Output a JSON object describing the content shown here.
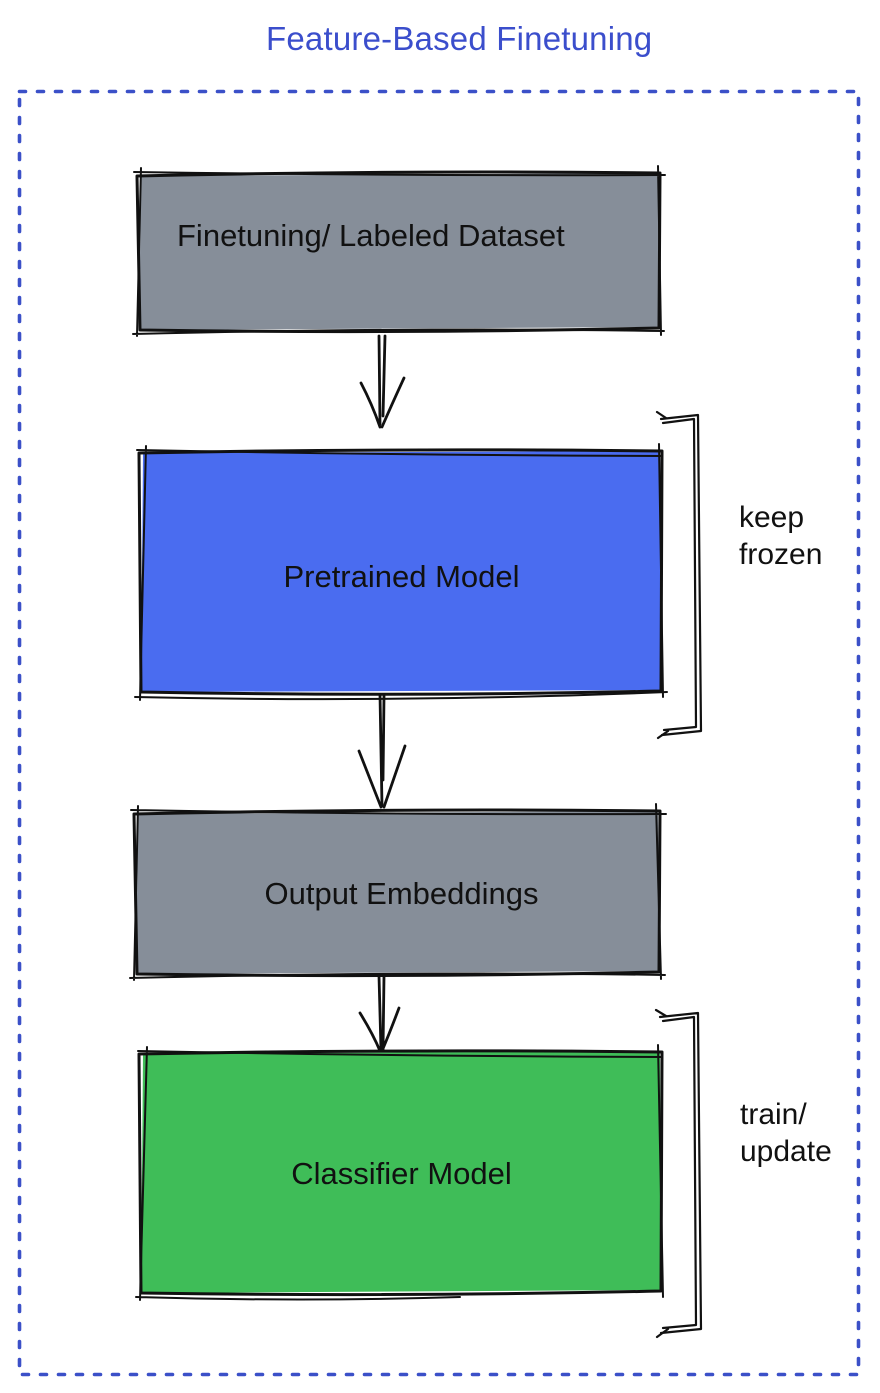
{
  "title": {
    "text": "Feature-Based Finetuning"
  },
  "colors": {
    "title": "#3B4ECC",
    "frame": "#3B50C8",
    "box_gray": "#868E99",
    "box_blue": "#4A6CF0",
    "box_green": "#3FBD58",
    "outline": "#111111",
    "label_text": "#111111"
  },
  "diagram": {
    "nodes": [
      {
        "id": "finetuning-dataset",
        "label": "Finetuning/ Labeled Dataset",
        "fill": "gray"
      },
      {
        "id": "pretrained-model",
        "label": "Pretrained Model",
        "fill": "blue"
      },
      {
        "id": "output-embeddings",
        "label": "Output Embeddings",
        "fill": "gray"
      },
      {
        "id": "classifier-model",
        "label": "Classifier Model",
        "fill": "green"
      }
    ],
    "edges": [
      {
        "from": "finetuning-dataset",
        "to": "pretrained-model"
      },
      {
        "from": "pretrained-model",
        "to": "output-embeddings"
      },
      {
        "from": "output-embeddings",
        "to": "classifier-model"
      }
    ],
    "annotations": [
      {
        "id": "keep-frozen",
        "line1": "keep",
        "line2": "frozen"
      },
      {
        "id": "train-update",
        "line1": "train/",
        "line2": "update"
      }
    ]
  }
}
